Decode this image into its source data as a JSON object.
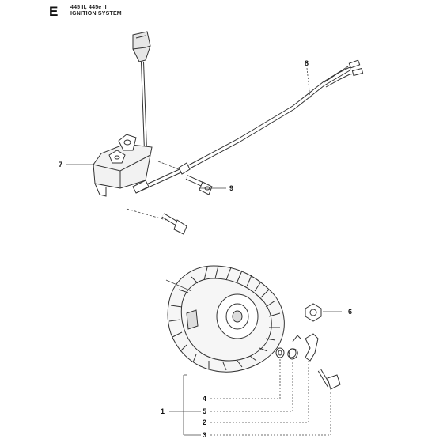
{
  "header": {
    "section_letter": "E",
    "model_line": "445 II, 445e II",
    "title": "IGNITION SYSTEM"
  },
  "callouts": {
    "c1": "1",
    "c2": "2",
    "c3": "3",
    "c4": "4",
    "c5": "5",
    "c6": "6",
    "c7": "7",
    "c8": "8",
    "c9": "9"
  }
}
